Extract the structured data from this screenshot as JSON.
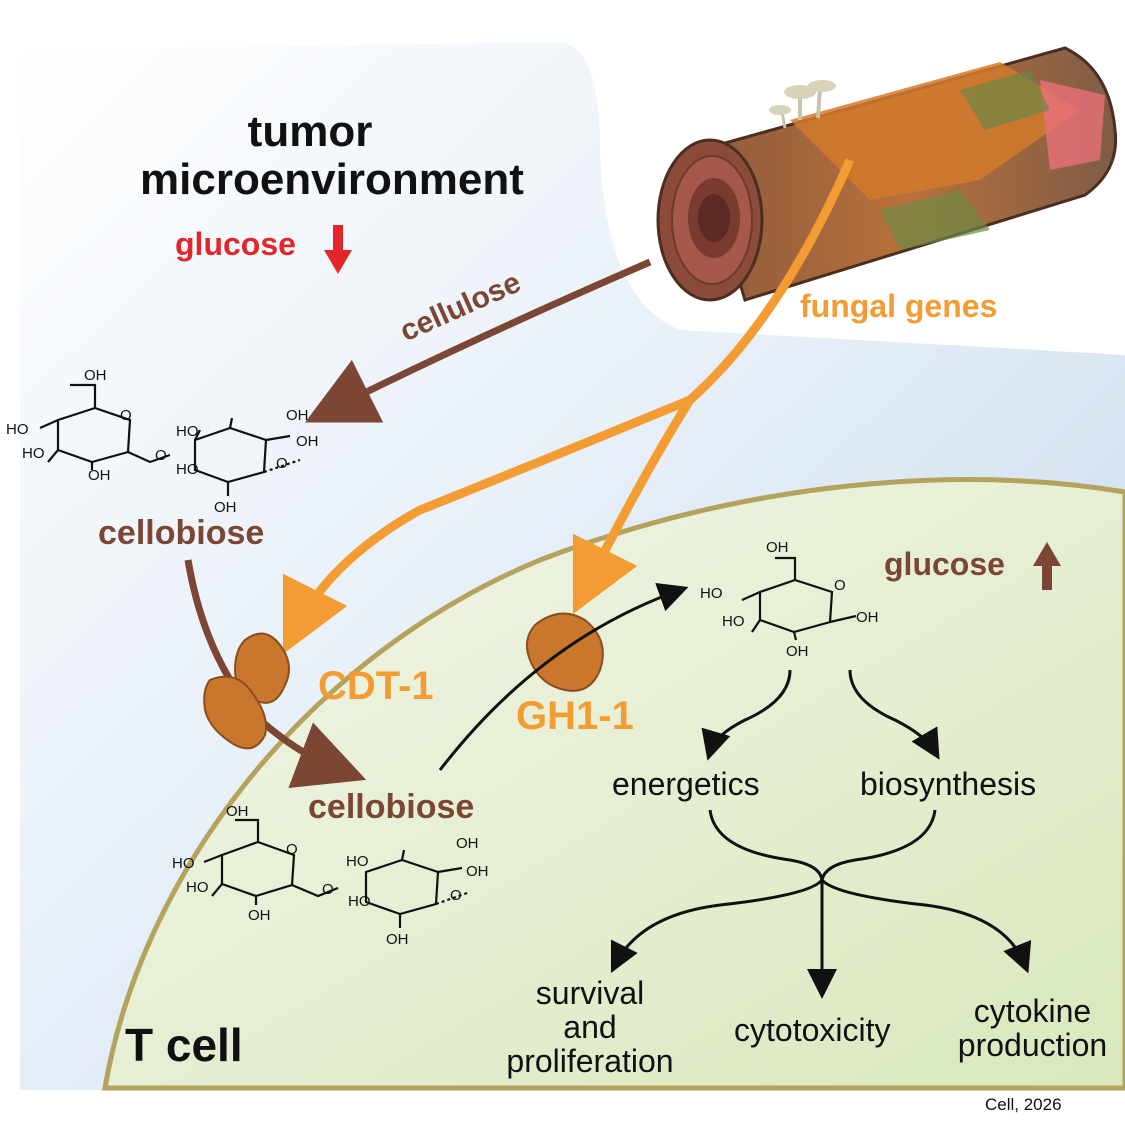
{
  "title_lines": [
    "tumor",
    "microenvironment"
  ],
  "labels": {
    "glucose_outside": "glucose",
    "cellulose": "cellulose",
    "fungal_genes": "fungal genes",
    "cellobiose_outside": "cellobiose",
    "cellobiose_inside": "cellobiose",
    "cdt1": "CDT-1",
    "gh11": "GH1-1",
    "glucose_inside": "glucose",
    "energetics": "energetics",
    "biosynthesis": "biosynthesis",
    "survival": [
      "survival",
      "and",
      "proliferation"
    ],
    "cytotoxicity": "cytotoxicity",
    "cytokine": [
      "cytokine",
      "production"
    ],
    "t_cell": "T cell"
  },
  "molecule_groups": {
    "oh": "OH",
    "ho": "HO",
    "o": "O"
  },
  "credit": "Cell, 2026",
  "colors": {
    "outside_bg": "#cfe0ef",
    "cell_fill": "#e6efd2",
    "membrane": "#b5a25c",
    "brown": "#7b4634",
    "orange": "#f39c33",
    "red": "#e3262b"
  }
}
